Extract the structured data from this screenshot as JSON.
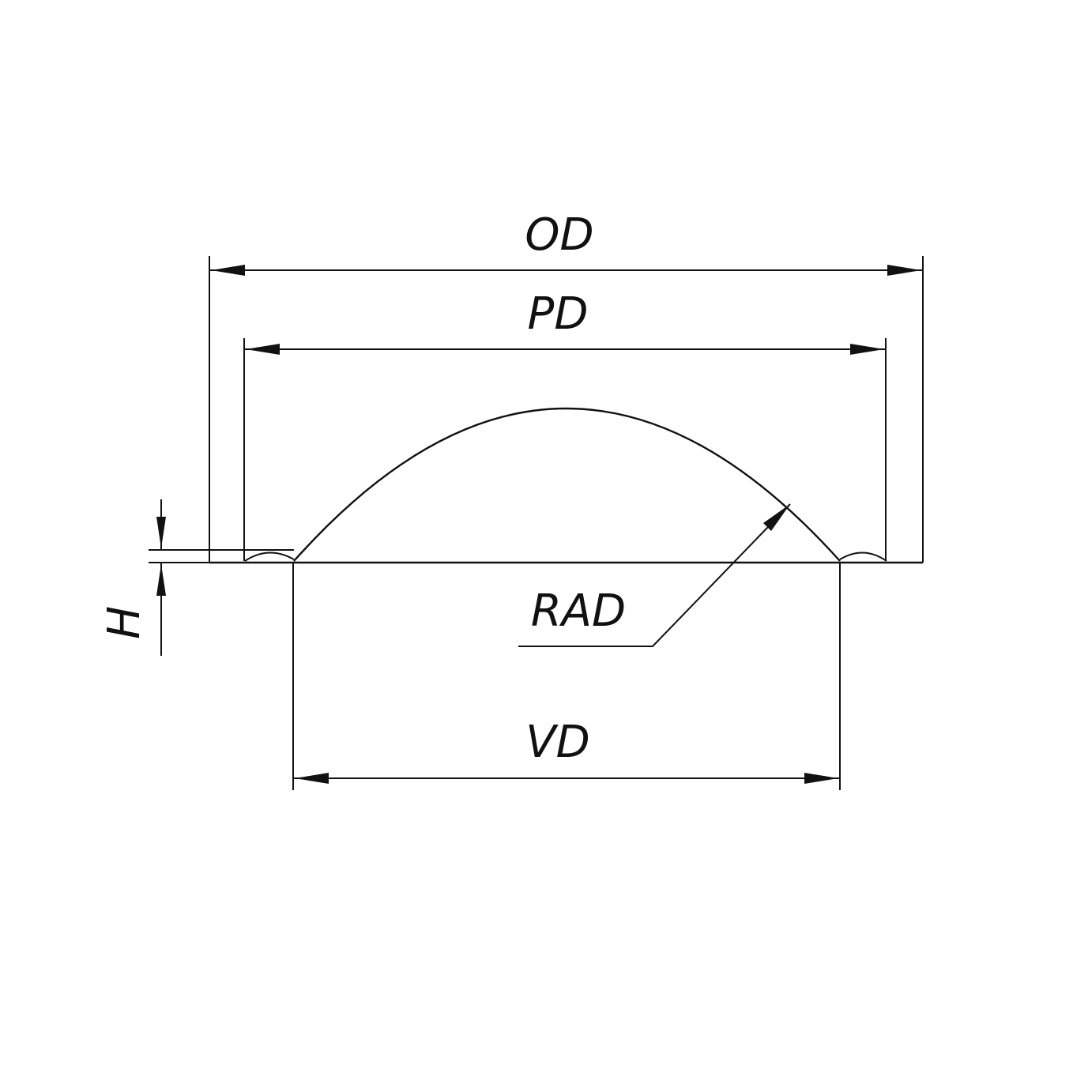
{
  "diagram": {
    "labels": {
      "od": "OD",
      "pd": "PD",
      "rad": "RAD",
      "vd": "VD",
      "h": "H"
    },
    "line_color": "#111111",
    "background": "#ffffff"
  }
}
